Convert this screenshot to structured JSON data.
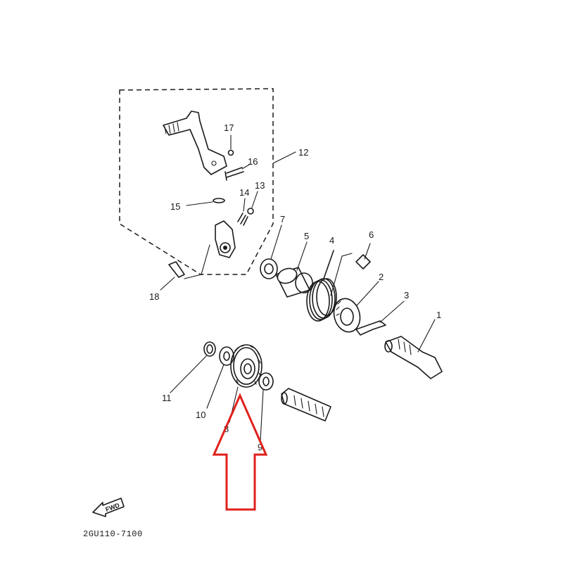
{
  "diagram": {
    "part_labels": {
      "p1": "1",
      "p2": "2",
      "p3": "3",
      "p4": "4",
      "p5": "5",
      "p6": "6",
      "p7": "7",
      "p8": "8",
      "p9": "9",
      "p10": "10",
      "p11": "11",
      "p12": "12",
      "p13": "13",
      "p14": "14",
      "p15": "15",
      "p16": "16",
      "p17": "17",
      "p18": "18"
    },
    "fwd_label": "FWD",
    "diagram_code": "2GU110-7100",
    "highlight_color": "#e0201c",
    "ink_color": "#1a1a1a"
  }
}
